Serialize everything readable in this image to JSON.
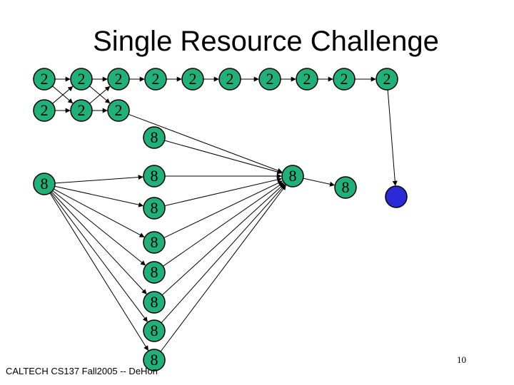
{
  "slide": {
    "title": "Single Resource Challenge",
    "footer": "CALTECH CS137 Fall2005 -- DeHon",
    "page_number": "10"
  },
  "colors": {
    "node_fill": "#21b07a",
    "sink_fill": "#2a2ad6",
    "edge": "#000000"
  },
  "graph": {
    "nodes": [
      {
        "id": "a1",
        "label": "2"
      },
      {
        "id": "a2",
        "label": "2"
      },
      {
        "id": "a3",
        "label": "2"
      },
      {
        "id": "a4",
        "label": "2"
      },
      {
        "id": "a5",
        "label": "2"
      },
      {
        "id": "a6",
        "label": "2"
      },
      {
        "id": "a7",
        "label": "2"
      },
      {
        "id": "a8",
        "label": "2"
      },
      {
        "id": "a9",
        "label": "2"
      },
      {
        "id": "a10",
        "label": "2"
      },
      {
        "id": "b1",
        "label": "2"
      },
      {
        "id": "b2",
        "label": "2"
      },
      {
        "id": "b3",
        "label": "2"
      },
      {
        "id": "src",
        "label": "8"
      },
      {
        "id": "m1",
        "label": "8"
      },
      {
        "id": "m2",
        "label": "8"
      },
      {
        "id": "m3",
        "label": "8"
      },
      {
        "id": "m4",
        "label": "8"
      },
      {
        "id": "m5",
        "label": "8"
      },
      {
        "id": "m6",
        "label": "8"
      },
      {
        "id": "m7",
        "label": "8"
      },
      {
        "id": "m8",
        "label": "8"
      },
      {
        "id": "r1",
        "label": "8"
      },
      {
        "id": "r2",
        "label": "8"
      },
      {
        "id": "sink",
        "label": ""
      }
    ],
    "edges": [
      [
        "a1",
        "a2"
      ],
      [
        "a2",
        "a3"
      ],
      [
        "a3",
        "a4"
      ],
      [
        "a4",
        "a5"
      ],
      [
        "a5",
        "a6"
      ],
      [
        "a6",
        "a7"
      ],
      [
        "a7",
        "a8"
      ],
      [
        "a8",
        "a9"
      ],
      [
        "a9",
        "a10"
      ],
      [
        "b1",
        "b2"
      ],
      [
        "b2",
        "b3"
      ],
      [
        "a1",
        "b2"
      ],
      [
        "b1",
        "a2"
      ],
      [
        "a2",
        "b3"
      ],
      [
        "b2",
        "a3"
      ],
      [
        "a10",
        "sink"
      ],
      [
        "b3",
        "r1"
      ],
      [
        "src",
        "m2"
      ],
      [
        "src",
        "m3"
      ],
      [
        "src",
        "m4"
      ],
      [
        "src",
        "m5"
      ],
      [
        "src",
        "m6"
      ],
      [
        "src",
        "m7"
      ],
      [
        "src",
        "m8"
      ],
      [
        "m1",
        "r1"
      ],
      [
        "m2",
        "r1"
      ],
      [
        "m3",
        "r1"
      ],
      [
        "m4",
        "r1"
      ],
      [
        "m5",
        "r1"
      ],
      [
        "m6",
        "r1"
      ],
      [
        "m7",
        "r1"
      ],
      [
        "m8",
        "r1"
      ],
      [
        "r1",
        "r2"
      ]
    ]
  }
}
